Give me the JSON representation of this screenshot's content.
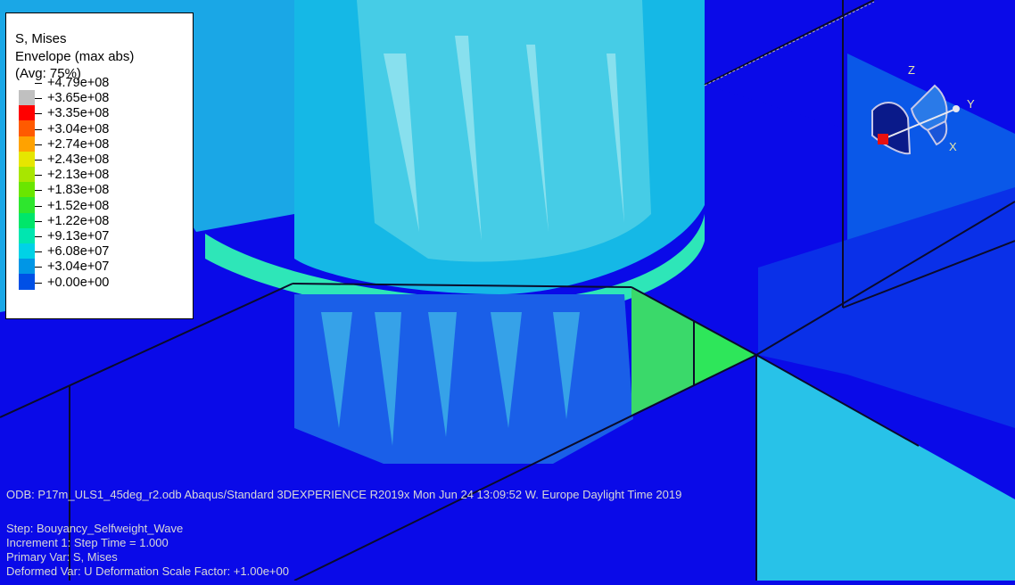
{
  "legend": {
    "title": "S, Mises",
    "line2": "Envelope (max abs)",
    "line3": "(Avg: 75%)",
    "entries": [
      {
        "label": "+4.79e+08",
        "color": "#C0C0C0"
      },
      {
        "label": "+3.65e+08",
        "color": "#FF0000"
      },
      {
        "label": "+3.35e+08",
        "color": "#FF5A00"
      },
      {
        "label": "+3.04e+08",
        "color": "#FFA200"
      },
      {
        "label": "+2.74e+08",
        "color": "#E6E600"
      },
      {
        "label": "+2.43e+08",
        "color": "#A8E600"
      },
      {
        "label": "+2.13e+08",
        "color": "#6AE600"
      },
      {
        "label": "+1.83e+08",
        "color": "#2EE62E"
      },
      {
        "label": "+1.52e+08",
        "color": "#00E66A"
      },
      {
        "label": "+1.22e+08",
        "color": "#00E6B0"
      },
      {
        "label": "+9.13e+07",
        "color": "#00D2E6"
      },
      {
        "label": "+6.08e+07",
        "color": "#0096E6"
      },
      {
        "label": "+3.04e+07",
        "color": "#0050E6"
      },
      {
        "label": "+0.00e+00",
        "color": "#0000E6"
      }
    ]
  },
  "status": {
    "odb_line": "ODB: P17m_ULS1_45deg_r2.odb    Abaqus/Standard 3DEXPERIENCE R2019x    Mon Jun 24 13:09:52 W. Europe Daylight Time 2019",
    "step_line": "Step: Bouyancy_Selfweight_Wave",
    "increment_line": "Increment      1: Step Time =     1.000",
    "primary_line": "Primary Var: S, Mises",
    "deformed_line": "Deformed Var: U   Deformation Scale Factor: +1.00e+00"
  },
  "triad": {
    "x_label": "X",
    "y_label": "Y",
    "z_label": "Z"
  }
}
